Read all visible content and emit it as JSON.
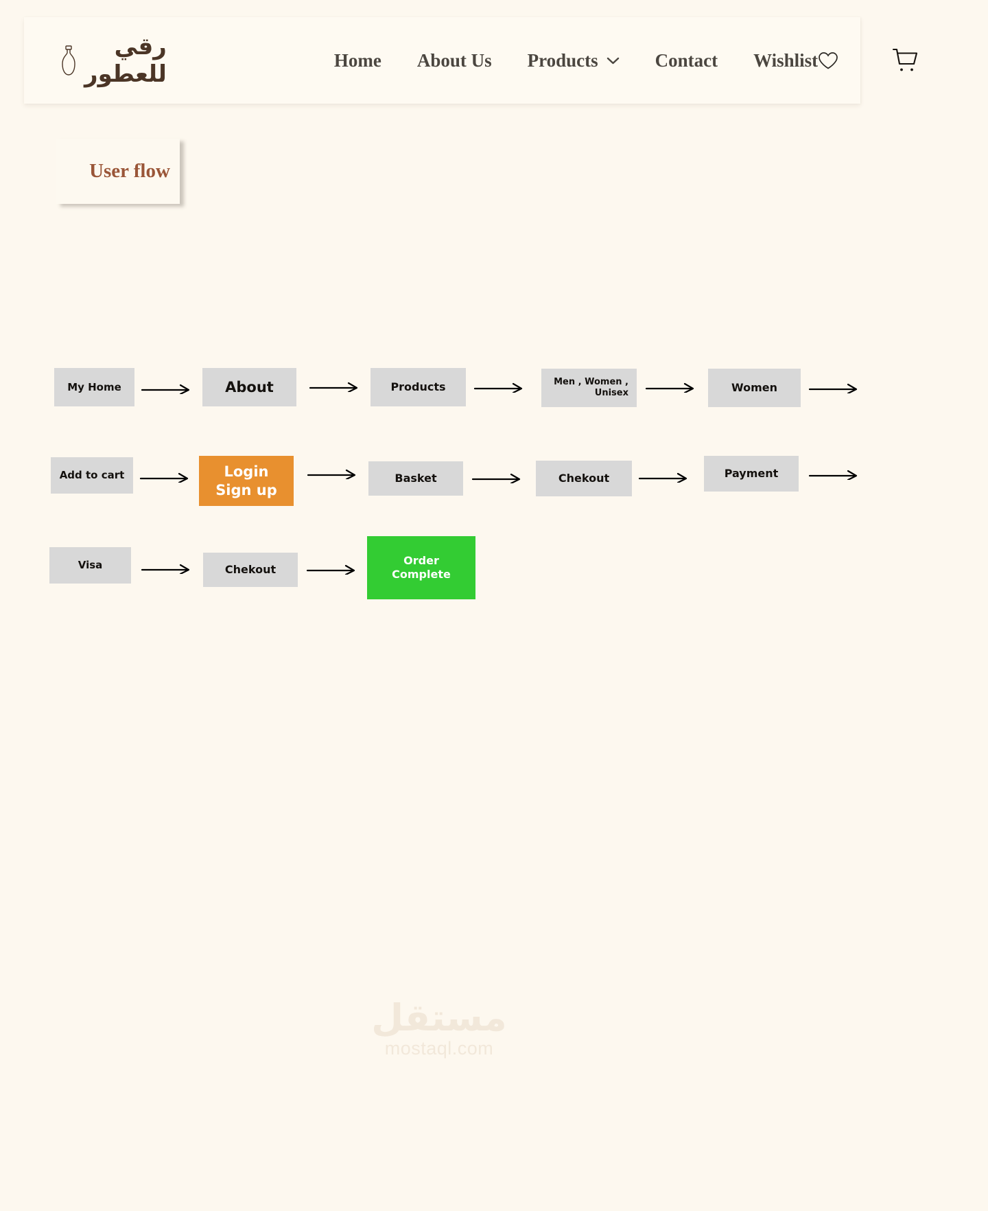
{
  "header": {
    "brand_text": "رقي للعطور",
    "brand_icon": "perfume-bottle-icon",
    "nav": [
      {
        "label": "Home"
      },
      {
        "label": "About Us"
      },
      {
        "label": "Products",
        "icon": "chevron-down-icon"
      },
      {
        "label": "Contact"
      },
      {
        "label": "Wishlist",
        "icon": "heart-icon"
      }
    ],
    "cart_icon": "shopping-cart-icon"
  },
  "title_card": {
    "label": "User flow",
    "color": "#9a5638"
  },
  "palette": {
    "page_background": "#fdf8ef",
    "node_default": "#d8d8d8",
    "node_highlight": "#e8902f",
    "node_success": "#33cc33",
    "arrow": "#000000"
  },
  "flow": {
    "nodes": [
      {
        "label": "My Home",
        "state": "default"
      },
      {
        "label": "About",
        "state": "default"
      },
      {
        "label": "Products",
        "state": "default"
      },
      {
        "label": "Men , Women ,\nUnisex",
        "state": "default"
      },
      {
        "label": "Women",
        "state": "default"
      },
      {
        "label": "Add to cart",
        "state": "default"
      },
      {
        "label": "Login\nSign up",
        "state": "highlight"
      },
      {
        "label": "Basket",
        "state": "default"
      },
      {
        "label": "Chekout",
        "state": "default"
      },
      {
        "label": "Payment",
        "state": "default"
      },
      {
        "label": "Visa",
        "state": "default"
      },
      {
        "label": "Chekout",
        "state": "default"
      },
      {
        "label": "Order Complete",
        "state": "success"
      }
    ]
  },
  "watermark": {
    "arabic": "مستقل",
    "latin": "mostaql.com"
  }
}
